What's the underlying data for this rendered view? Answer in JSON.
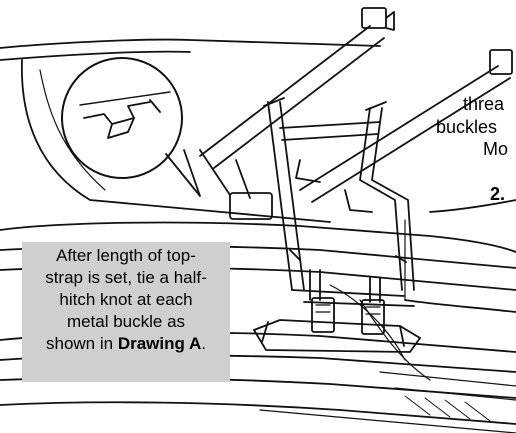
{
  "fragments": {
    "line1": "threa",
    "line2": "buckles",
    "line3": "Mo",
    "step": "2."
  },
  "caption": {
    "text_lines": [
      "After length of top-",
      "strap is set, tie a half-",
      "hitch knot at each",
      "metal buckle as"
    ],
    "final_prefix": "shown in ",
    "final_bold": "Drawing A",
    "final_suffix": "."
  }
}
